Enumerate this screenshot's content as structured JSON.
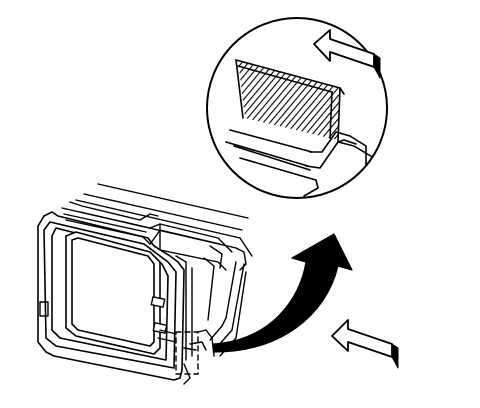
{
  "diagram": {
    "stroke_color": "#000000",
    "fill_color": "#ffffff",
    "components": [
      {
        "id": "detail-circle",
        "name": "magnified-detail-callout"
      },
      {
        "id": "window-frame",
        "name": "window-frame-assembly"
      },
      {
        "id": "curved-arrow",
        "name": "curved-callout-arrow"
      },
      {
        "id": "push-arrow-top",
        "name": "push-direction-arrow-in-detail"
      },
      {
        "id": "push-arrow-bottom",
        "name": "push-direction-arrow"
      }
    ]
  }
}
